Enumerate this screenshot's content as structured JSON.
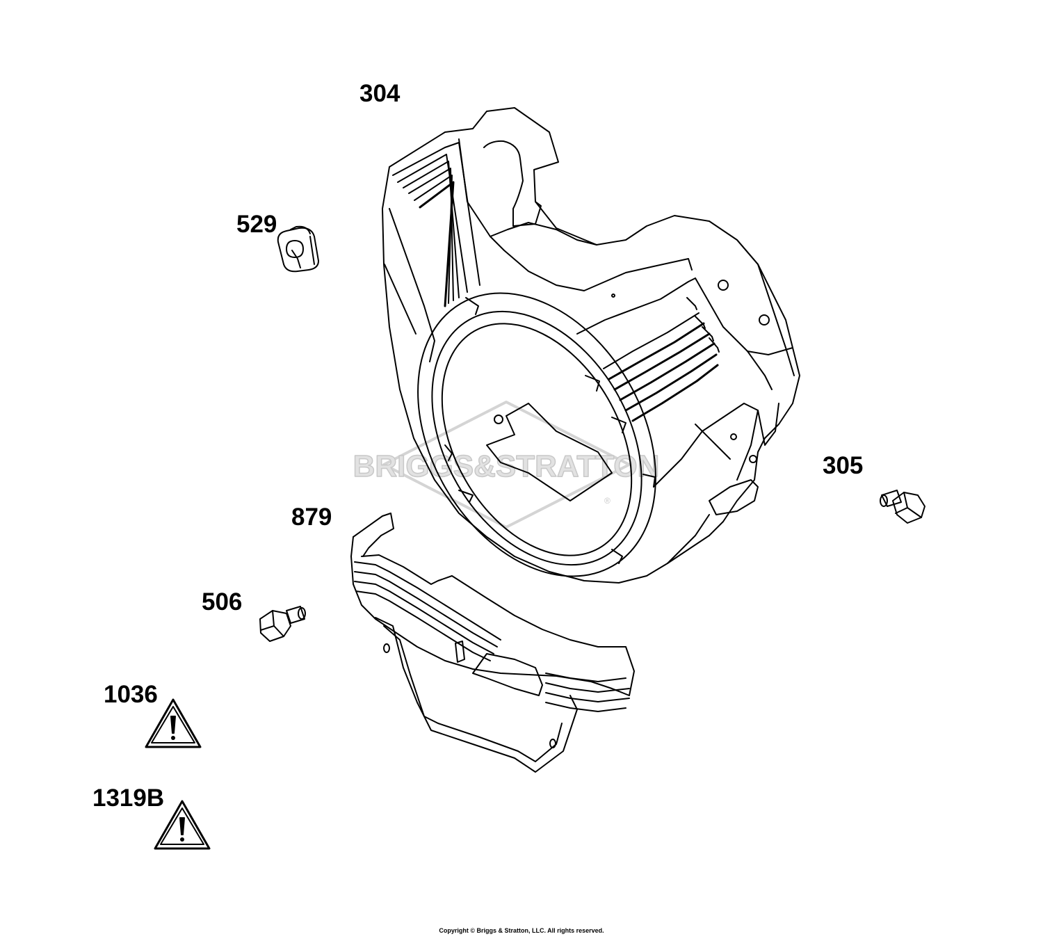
{
  "diagram": {
    "parts": [
      {
        "id": "304"
      },
      {
        "id": "529"
      },
      {
        "id": "305"
      },
      {
        "id": "879"
      },
      {
        "id": "506"
      },
      {
        "id": "1036",
        "icon": "warning-triangle-icon"
      },
      {
        "id": "1319B",
        "icon": "warning-triangle-icon"
      }
    ],
    "watermark": {
      "text": "BRIGGS&STRATTON",
      "mark": "®"
    },
    "footer": {
      "copyright": "Copyright © Briggs & Stratton, LLC. All rights reserved."
    },
    "colors": {
      "line": "#000000",
      "watermark": "#d4d4d4",
      "background": "#ffffff"
    }
  }
}
